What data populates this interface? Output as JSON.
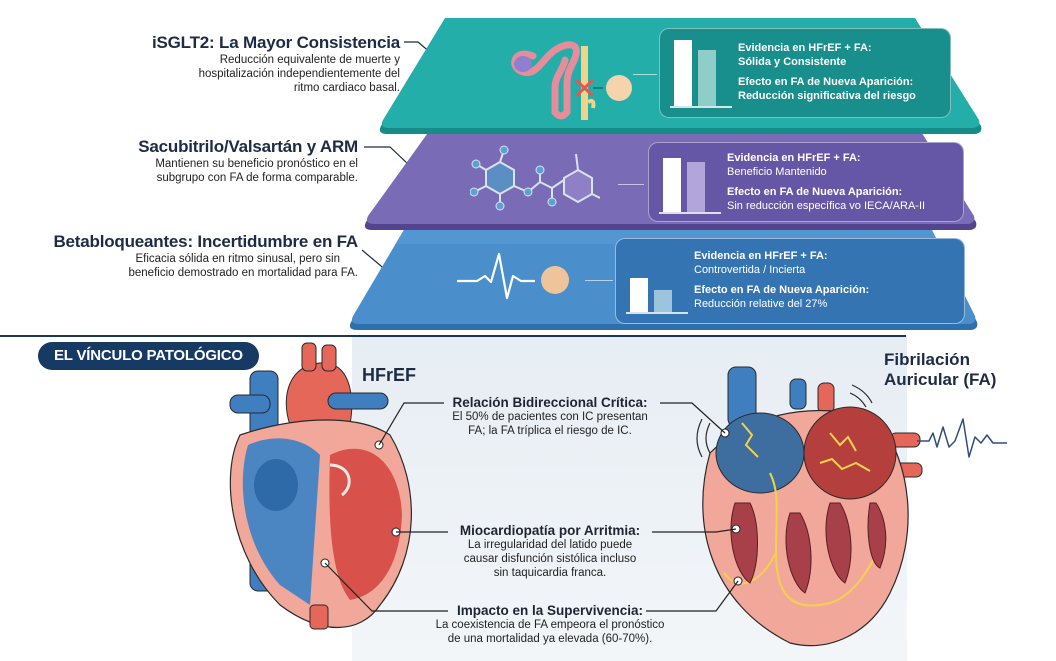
{
  "layers": [
    {
      "title": "iSGLT2: La Mayor Consistencia",
      "description": [
        "Reducción equivalente de muerte y",
        "hospitalización independientemente del",
        "ritmo cardiaco basal."
      ],
      "icon": "kidney-nephron-icon",
      "color": "#1fa6a3",
      "evidence_label": "Evidencia en HFrEF + FA:",
      "evidence_value": "Sólida y Consistente",
      "effect_label": "Efecto en FA de Nueva Aparición:",
      "effect_value": "Reducción significativa del riesgo",
      "bars": [
        72,
        56
      ]
    },
    {
      "title": "Sacubitrilo/Valsartán y ARM",
      "description": [
        "Mantienen su beneficio pronóstico en el",
        "subgrupo con FA de forma comparable."
      ],
      "icon": "molecule-icon",
      "color": "#6f5fae",
      "evidence_label": "Evidencia en HFrEF + FA:",
      "evidence_value": "Beneficio Mantenido",
      "effect_label": "Efecto en FA de Nueva Aparición:",
      "effect_value": "Sin reducción específica vo IECA/ARA-II",
      "bars": [
        54,
        50
      ]
    },
    {
      "title": "Betabloqueantes: Incertidumbre en FA",
      "description": [
        "Eficacia sólida en ritmo sinusal, pero sin",
        "beneficio demostrado en mortalidad para FA."
      ],
      "icon": "ecg-pulse-icon",
      "color": "#3a7fc0",
      "evidence_label": "Evidencia en HFrEF + FA:",
      "evidence_value": "Controvertida / Incierta",
      "effect_label": "Efecto en FA de Nueva Aparición:",
      "effect_value": "Reducción relative del 27%",
      "bars": [
        34,
        22
      ]
    }
  ],
  "section": {
    "title": "EL VÍNCULO PATOLÓGICO",
    "left_heart_label": "HFrEF",
    "right_heart_label_1": "Fibrilación",
    "right_heart_label_2": "Auricular (FA)"
  },
  "callouts": [
    {
      "title": "Relación Bidireccional Crítica:",
      "lines": [
        "El 50% de pacientes con IC presentan",
        "FA; la FA tríplica el riesgo de IC."
      ]
    },
    {
      "title": "Miocardiopatía por Arritmia:",
      "lines": [
        "La irregularidad del latido puede",
        "causar disfunción sistólica incluso",
        "sin taquicardia franca."
      ]
    },
    {
      "title": "Impacto en la Supervivencia:",
      "lines": [
        "La coexistencia de FA empeora el pronóstico",
        "de una mortalidad ya elevada (60-70%)."
      ]
    }
  ]
}
